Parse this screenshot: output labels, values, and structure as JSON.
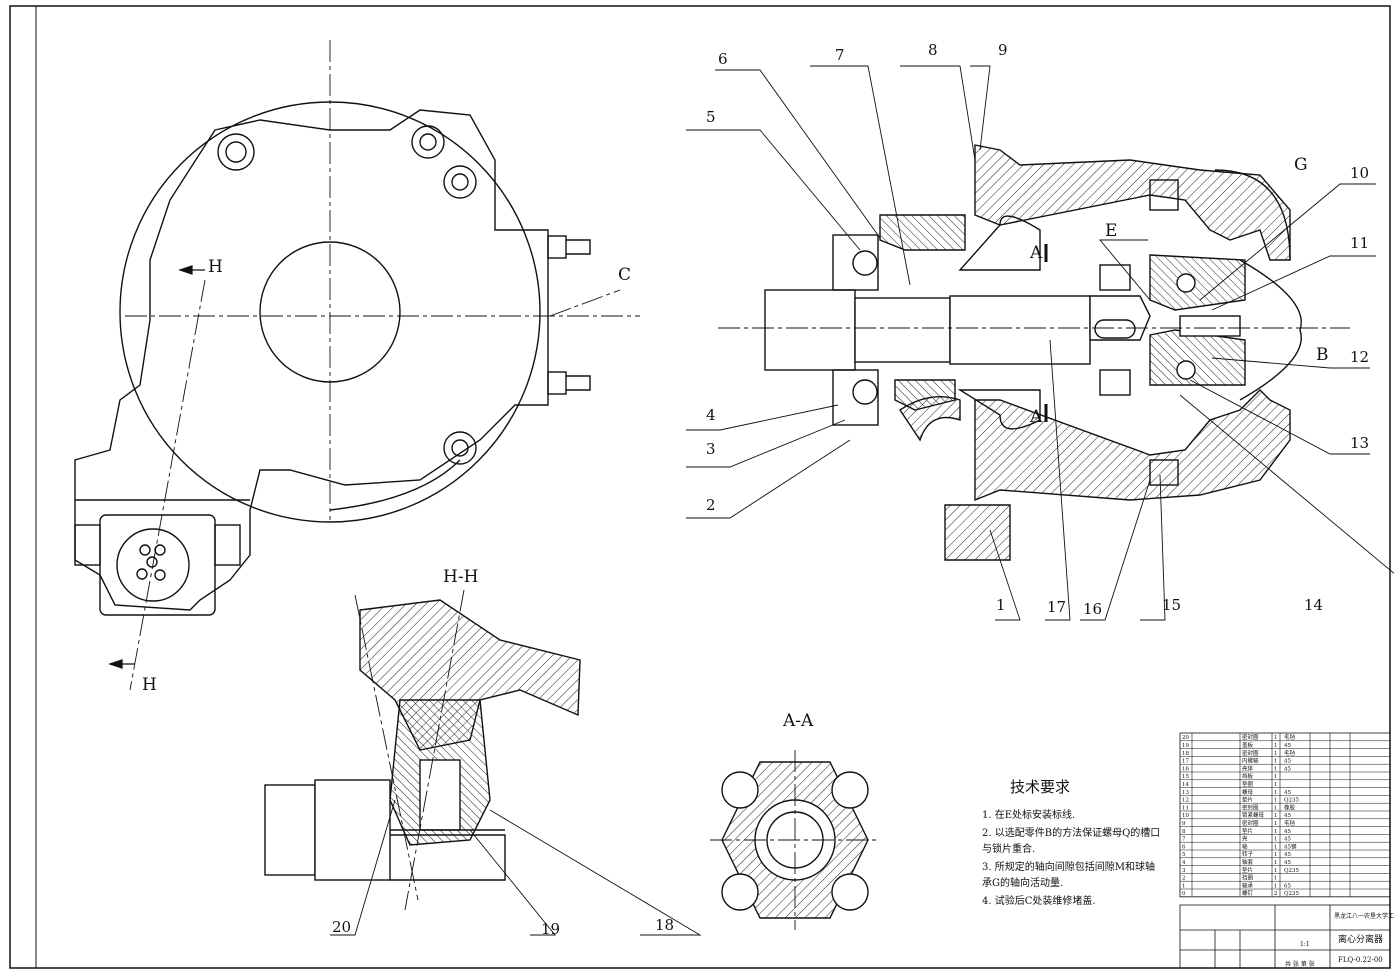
{
  "drawing": {
    "section_titles": {
      "hh": "H-H",
      "aa": "A-A"
    },
    "view_letters": {
      "h_top": "H",
      "h_bottom": "H",
      "c": "C",
      "g": "G",
      "e": "E",
      "b": "B",
      "a1": "A",
      "a2": "A"
    },
    "callouts": [
      "1",
      "2",
      "3",
      "4",
      "5",
      "6",
      "7",
      "8",
      "9",
      "10",
      "11",
      "12",
      "13",
      "14",
      "15",
      "16",
      "17",
      "18",
      "19",
      "20"
    ]
  },
  "notes": {
    "title": "技术要求",
    "lines": [
      "1. 在E处标安装标线.",
      "2. 以选配零件B的方法保证螺母Q的槽口",
      "与锁片重合.",
      "3. 所规定的轴向间隙包括间隙M和球轴",
      "承G的轴向活动量.",
      "4. 试验后C处装维修堵盖."
    ]
  },
  "title_block": {
    "part_name": "离心分离器",
    "drawing_no": "FLQ-0.22-00",
    "scale": "1:1",
    "org": "黑龙江八一农垦大学工程学院",
    "page": "共 张 第 张"
  },
  "parts_list": [
    {
      "no": "20",
      "name": "密封圈",
      "qty": "1",
      "mat": "毛毡"
    },
    {
      "no": "19",
      "name": "盖板",
      "qty": "1",
      "mat": "45"
    },
    {
      "no": "18",
      "name": "密封圈",
      "qty": "1",
      "mat": "毛毡"
    },
    {
      "no": "17",
      "name": "内螺轴",
      "qty": "1",
      "mat": "45"
    },
    {
      "no": "16",
      "name": "壳体",
      "qty": "1",
      "mat": "45"
    },
    {
      "no": "15",
      "name": "挡板",
      "qty": "1",
      "mat": ""
    },
    {
      "no": "14",
      "name": "垫圈",
      "qty": "1",
      "mat": ""
    },
    {
      "no": "13",
      "name": "螺母",
      "qty": "1",
      "mat": "45"
    },
    {
      "no": "12",
      "name": "垫片",
      "qty": "1",
      "mat": "Q235"
    },
    {
      "no": "11",
      "name": "密封圈",
      "qty": "1",
      "mat": "橡胶"
    },
    {
      "no": "10",
      "name": "锁紧螺母",
      "qty": "1",
      "mat": "45"
    },
    {
      "no": "9",
      "name": "密封圈",
      "qty": "1",
      "mat": "毛毡"
    },
    {
      "no": "8",
      "name": "垫片",
      "qty": "1",
      "mat": "45"
    },
    {
      "no": "7",
      "name": "壳",
      "qty": "1",
      "mat": "45"
    },
    {
      "no": "6",
      "name": "轴",
      "qty": "1",
      "mat": "45钢"
    },
    {
      "no": "5",
      "name": "转子",
      "qty": "1",
      "mat": "45"
    },
    {
      "no": "4",
      "name": "轴套",
      "qty": "1",
      "mat": "45"
    },
    {
      "no": "3",
      "name": "垫片",
      "qty": "1",
      "mat": "Q235"
    },
    {
      "no": "2",
      "name": "挡圈",
      "qty": "1",
      "mat": ""
    },
    {
      "no": "1",
      "name": "轴承",
      "qty": "1",
      "mat": "65"
    },
    {
      "no": "0",
      "name": "螺钉",
      "qty": "2",
      "mat": "Q235"
    }
  ]
}
